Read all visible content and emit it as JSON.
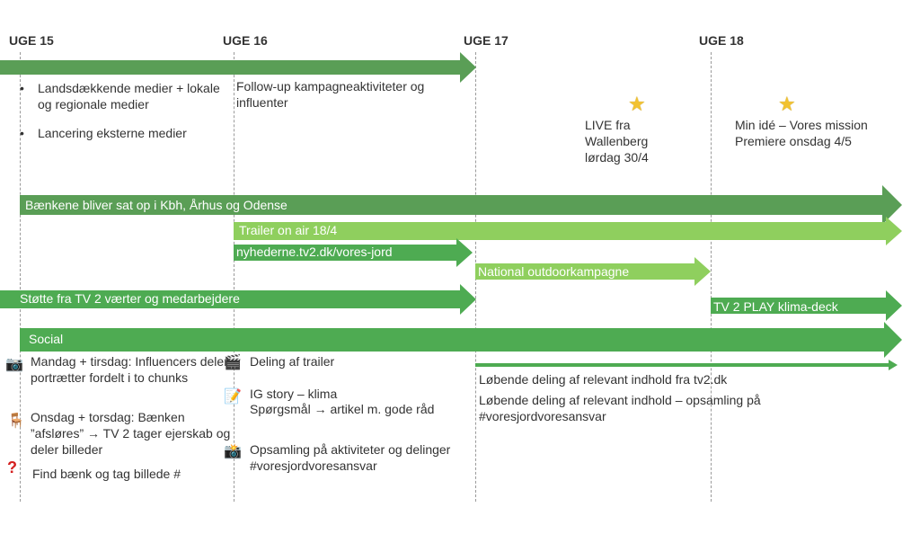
{
  "weeks": [
    "UGE 15",
    "UGE 16",
    "UGE 17",
    "UGE 18"
  ],
  "colors": {
    "dark_green": "#5a9e56",
    "mid_green": "#4eab52",
    "light_green": "#8fcf5e",
    "star": "#f2c230"
  },
  "top_notes": {
    "landsdaekkende": "Landsdækkende medier + lokale og regionale medier",
    "lancering": "Lancering eksterne medier",
    "followup": "Follow-up kampagneaktiviteter og influenter",
    "live_title": "LIVE fra Wallenberg",
    "live_date": "lørdag 30/4",
    "minide_title": "Min idé – Vores mission",
    "minide_date": "Premiere onsdag 4/5"
  },
  "bars": {
    "baenkene": "Bænkene bliver sat op i Kbh, Århus og Odense",
    "trailer": "Trailer on air 18/4",
    "nyhederne": "nyhederne.tv2.dk/vores-jord",
    "outdoor": "National outdoorkampagne",
    "stotte": "Støtte fra TV 2 værter og medarbejdere",
    "play": "TV 2 PLAY klima-deck",
    "social": "Social"
  },
  "social": {
    "mandag": "Mandag + tirsdag: Influencers deler portrætter fordelt i to chunks",
    "onsdag": "Onsdag + torsdag: Bænken ”afsløres” → TV 2 tager ejerskab og deler billeder",
    "find": "Find bænk og tag billede #",
    "deling_trailer": "Deling af trailer",
    "ig_story": "IG story – klima",
    "ig_question": "Spørgsmål → artikel m. gode råd",
    "opsamling": "Opsamling på aktiviteter og delinger #voresjordvoresansvar",
    "lobende1": "Løbende deling af relevant indhold fra tv2.dk",
    "lobende2": "Løbende deling af relevant indhold – opsamling på #voresjordvoresansvar"
  },
  "icons": {
    "mandag": "camera-icon",
    "onsdag": "chair-icon",
    "find": "question-mark-icon",
    "deling": "clapperboard-icon",
    "ig": "memo-icon",
    "opsamling": "camera-flash-icon",
    "live": "star-icon",
    "minide": "star-icon"
  }
}
